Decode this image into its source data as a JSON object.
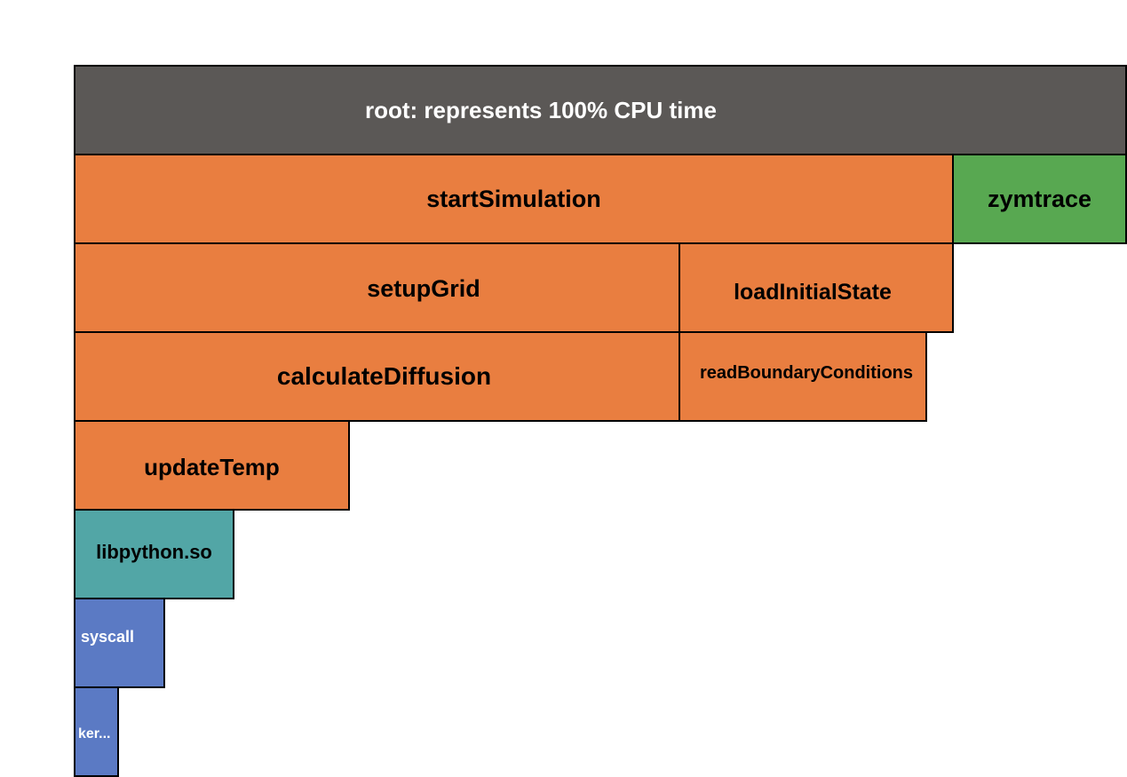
{
  "flamegraph": {
    "colors": {
      "root": "#5b5856",
      "app": "#e97e40",
      "profiler": "#58a851",
      "runtime": "#52a6a6",
      "kernel": "#5b7ac4"
    },
    "frames": {
      "root": {
        "label": "root: represents 100% CPU time",
        "category": "root"
      },
      "start_simulation": {
        "label": "startSimulation",
        "category": "app"
      },
      "zymtrace": {
        "label": "zymtrace",
        "category": "profiler"
      },
      "setup_grid": {
        "label": "setupGrid",
        "category": "app"
      },
      "load_initial_state": {
        "label": "loadInitialState",
        "category": "app"
      },
      "calculate_diffusion": {
        "label": "calculateDiffusion",
        "category": "app"
      },
      "read_boundary_conditions": {
        "label": "readBoundaryConditions",
        "category": "app"
      },
      "update_temp": {
        "label": "updateTemp",
        "category": "app"
      },
      "libpython": {
        "label": "libpython.so",
        "category": "runtime"
      },
      "syscall": {
        "label": "syscall",
        "category": "kernel"
      },
      "kernel": {
        "label": "ker...",
        "category": "kernel"
      }
    }
  }
}
